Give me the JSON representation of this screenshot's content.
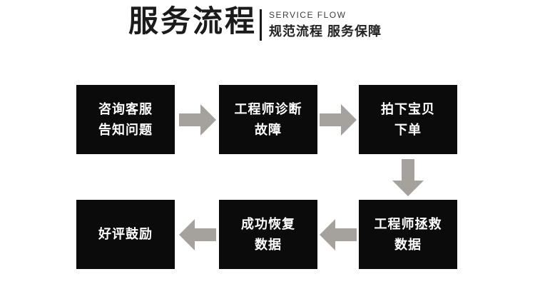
{
  "header": {
    "title": "服务流程",
    "subtitle_en": "SERVICE FLOW",
    "subtitle_zh": "规范流程 服务保障"
  },
  "flow": {
    "steps": [
      {
        "order": 1,
        "lines": [
          "咨询客服",
          "告知问题"
        ]
      },
      {
        "order": 2,
        "lines": [
          "工程师诊断",
          "故障"
        ]
      },
      {
        "order": 3,
        "lines": [
          "拍下宝贝",
          "下单"
        ]
      },
      {
        "order": 4,
        "lines": [
          "工程师拯救",
          "数据"
        ]
      },
      {
        "order": 5,
        "lines": [
          "成功恢复",
          "数据"
        ]
      },
      {
        "order": 6,
        "lines": [
          "好评鼓励"
        ]
      }
    ],
    "connectors": [
      {
        "from": 1,
        "to": 2,
        "direction": "right"
      },
      {
        "from": 2,
        "to": 3,
        "direction": "right"
      },
      {
        "from": 3,
        "to": 4,
        "direction": "down"
      },
      {
        "from": 4,
        "to": 5,
        "direction": "left"
      },
      {
        "from": 5,
        "to": 6,
        "direction": "left"
      }
    ]
  },
  "colors": {
    "background": "#ffffff",
    "box_bg": "#0b0b0b",
    "box_text": "#ffffff",
    "arrow": "#a5a19d",
    "heading": "#1b1b1b",
    "subtitle_en": "#3d3d3d",
    "subtitle_zh": "#222222"
  }
}
